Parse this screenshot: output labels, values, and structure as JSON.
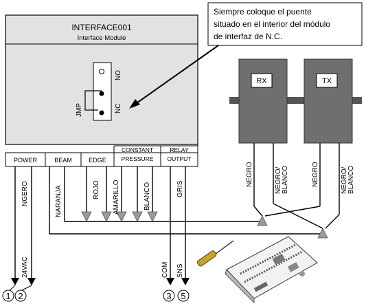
{
  "module": {
    "title": "INTERFACE001",
    "subtitle": "Interface Module"
  },
  "callout": {
    "line1": "Siempre coloque el puente",
    "line2": "situado en el interior del módulo",
    "line3": "de interfaz de N.C."
  },
  "jumper": {
    "no": "NO",
    "nc": "NC",
    "jmp": "JMP"
  },
  "terminals": {
    "power": "POWER",
    "beam": "BEAM",
    "edge": "EDGE",
    "constant": "CONSTANT",
    "pressure": "PRESSURE",
    "relay": "RELAY",
    "output": "OUTPUT"
  },
  "sensors": {
    "rx": "RX",
    "tx": "TX"
  },
  "wires": {
    "ngero": "NGERO",
    "v24": "24VAC",
    "naranja": "NARANJA",
    "rojo": "ROJO",
    "amarillo": "AMARILLO",
    "blanco": "BLANCO",
    "gris": "GRIS",
    "com": "COM",
    "sns": "SNS",
    "negro_rx": "NEGRO",
    "negroblanco_rx_1": "NEGRO/",
    "negroblanco_rx_2": "BLANCO",
    "negro_tx": "NEGRO",
    "negroblanco_tx_1": "NEGRO/",
    "negroblanco_tx_2": "BLANCO"
  },
  "numbers": {
    "n1": "1",
    "n2": "2",
    "n3": "3",
    "n5": "5"
  },
  "colors": {
    "module_fill": "#e2e2e2",
    "sensor_fill": "#6f6f6f",
    "line": "#000000",
    "connector": "#9a9a9a"
  }
}
